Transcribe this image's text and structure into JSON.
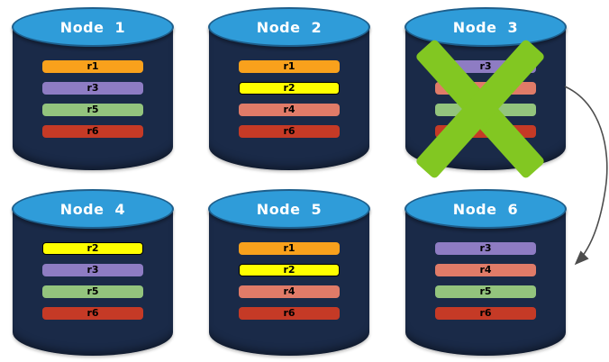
{
  "nodes": [
    {
      "id": "node-1",
      "title": "Node 1",
      "failed": false,
      "bars": [
        {
          "label": "r1",
          "color": "#F9A11C"
        },
        {
          "label": "r3",
          "color": "#8E7CC3"
        },
        {
          "label": "r5",
          "color": "#93C47D"
        },
        {
          "label": "r6",
          "color": "#C53A26"
        }
      ]
    },
    {
      "id": "node-2",
      "title": "Node 2",
      "failed": false,
      "bars": [
        {
          "label": "r1",
          "color": "#F9A11C"
        },
        {
          "label": "r2",
          "color": "#FFFF00"
        },
        {
          "label": "r4",
          "color": "#E07B68"
        },
        {
          "label": "r6",
          "color": "#C53A26"
        }
      ]
    },
    {
      "id": "node-3",
      "title": "Node 3",
      "failed": true,
      "bars": [
        {
          "label": "r3",
          "color": "#8E7CC3"
        },
        {
          "label": "",
          "color": "#E07B68"
        },
        {
          "label": "",
          "color": "#93C47D"
        },
        {
          "label": "",
          "color": "#C53A26"
        }
      ]
    },
    {
      "id": "node-4",
      "title": "Node 4",
      "failed": false,
      "bars": [
        {
          "label": "r2",
          "color": "#FFFF00"
        },
        {
          "label": "r3",
          "color": "#8E7CC3"
        },
        {
          "label": "r5",
          "color": "#93C47D"
        },
        {
          "label": "r6",
          "color": "#C53A26"
        }
      ]
    },
    {
      "id": "node-5",
      "title": "Node 5",
      "failed": false,
      "bars": [
        {
          "label": "r1",
          "color": "#F9A11C"
        },
        {
          "label": "r2",
          "color": "#FFFF00"
        },
        {
          "label": "r4",
          "color": "#E07B68"
        },
        {
          "label": "r6",
          "color": "#C53A26"
        }
      ]
    },
    {
      "id": "node-6",
      "title": "Node 6",
      "failed": false,
      "bars": [
        {
          "label": "r3",
          "color": "#8E7CC3"
        },
        {
          "label": "r4",
          "color": "#E07B68"
        },
        {
          "label": "r5",
          "color": "#93C47D"
        },
        {
          "label": "r6",
          "color": "#C53A26"
        }
      ]
    }
  ],
  "colors": {
    "cylinder_body": "#1A2A48",
    "cylinder_top": "#2F9CD9",
    "cylinder_top_border": "#1E5F8C",
    "x_mark": "#82C722",
    "arrow": "#4D4D4D",
    "node_title": "#FFFFFF",
    "bar_label": "#000000",
    "yellow_bar_outline": "#000000"
  }
}
